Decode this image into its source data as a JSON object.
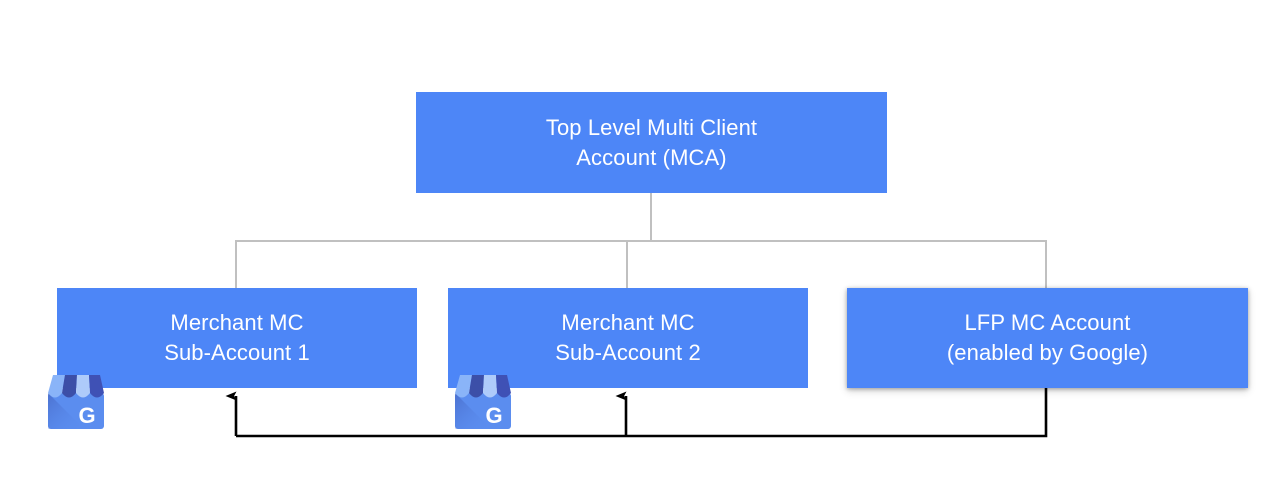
{
  "diagram": {
    "title_visible": false,
    "background_color": "#ffffff",
    "node_color": "#4d86f7",
    "node_text_color": "#ffffff",
    "connector_color": "#c0c0c0",
    "arrow_color": "#000000",
    "nodes": [
      {
        "id": "mca",
        "label": "Top Level Multi Client\nAccount (MCA)",
        "line1": "Top Level Multi Client",
        "line2": "Account (MCA)",
        "level": "top"
      },
      {
        "id": "sub1",
        "label": "Merchant MC\nSub-Account 1",
        "line1": "Merchant MC",
        "line2": "Sub-Account 1",
        "level": "child",
        "icon": "google-my-business-icon"
      },
      {
        "id": "sub2",
        "label": "Merchant MC\nSub-Account 2",
        "line1": "Merchant MC",
        "line2": "Sub-Account 2",
        "level": "child",
        "icon": "google-my-business-icon"
      },
      {
        "id": "lfp",
        "label": "LFP MC Account\n(enabled by Google)",
        "line1": "LFP MC Account",
        "line2": "(enabled by Google)",
        "level": "child",
        "elevated": true
      }
    ],
    "connections": [
      {
        "from": "mca",
        "to": "sub1",
        "style": "elbow",
        "color": "#c0c0c0"
      },
      {
        "from": "mca",
        "to": "sub2",
        "style": "elbow",
        "color": "#c0c0c0"
      },
      {
        "from": "mca",
        "to": "lfp",
        "style": "elbow",
        "color": "#c0c0c0"
      },
      {
        "from": "lfp",
        "to": "sub1",
        "style": "arrow",
        "color": "#000000"
      },
      {
        "from": "lfp",
        "to": "sub2",
        "style": "arrow",
        "color": "#000000"
      }
    ],
    "icons": {
      "google_my_business": {
        "name": "google-my-business-icon",
        "letter": "G",
        "awning_colors": [
          "#8ab4f8",
          "#3c4fa8",
          "#aecbfa",
          "#3f51b5"
        ],
        "body_color": "#5b8def"
      }
    }
  }
}
